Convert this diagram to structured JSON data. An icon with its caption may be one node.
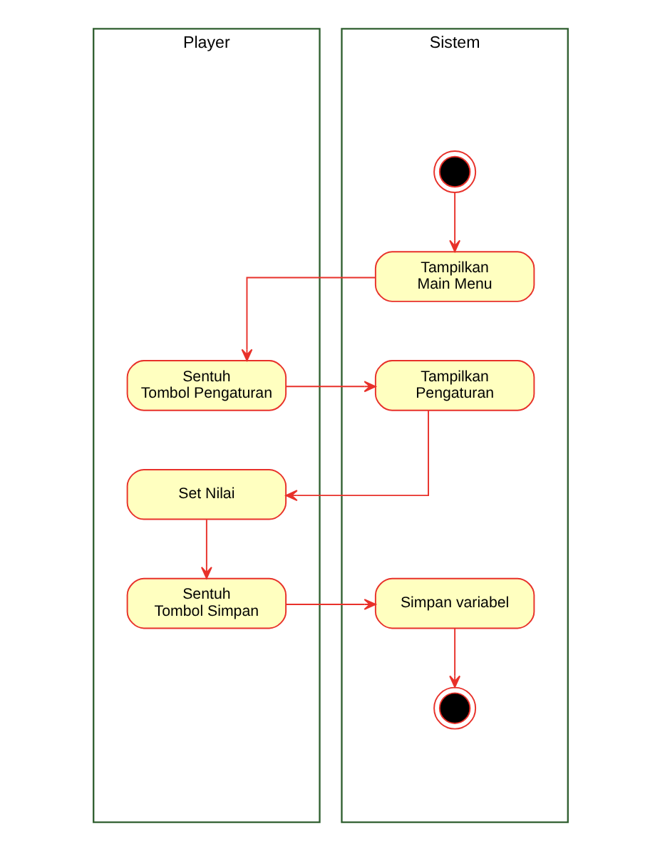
{
  "diagram": {
    "nodes": [
      {
        "text": [
          "Player"
        ]
      },
      {
        "text": [
          "Sistem"
        ]
      },
      {
        "text": [],
        "shape": "circle",
        "in": 1
      },
      {
        "text": [
          "Tampilkan Main Menu"
        ],
        "in": 1
      },
      {
        "text": [
          "Sentuh Tombol Pengaturan"
        ],
        "in": 0
      },
      {
        "text": [
          "Tampilkan Pengaturan"
        ],
        "in": 1
      },
      {
        "text": [
          "Set Nilai"
        ],
        "in": 0
      },
      {
        "text": [
          "Sentuh Tombol Simpan"
        ],
        "in": 0
      },
      {
        "text": [
          "Simpan variabel"
        ],
        "in": 1
      },
      {
        "text": [],
        "shape": "circle",
        "in": 1
      }
    ],
    "edges": [
      {
        "from": 2,
        "to": 3,
        "arrow": "to"
      },
      {
        "from": 3,
        "to": 4,
        "arrow": "to"
      },
      {
        "from": 4,
        "to": 5,
        "arrow": "to"
      },
      {
        "from": 5,
        "to": 6,
        "arrow": "to"
      },
      {
        "from": 6,
        "to": 7,
        "arrow": "to"
      },
      {
        "from": 7,
        "to": 8,
        "arrow": "to"
      },
      {
        "from": 8,
        "to": 9,
        "arrow": "to"
      }
    ]
  }
}
